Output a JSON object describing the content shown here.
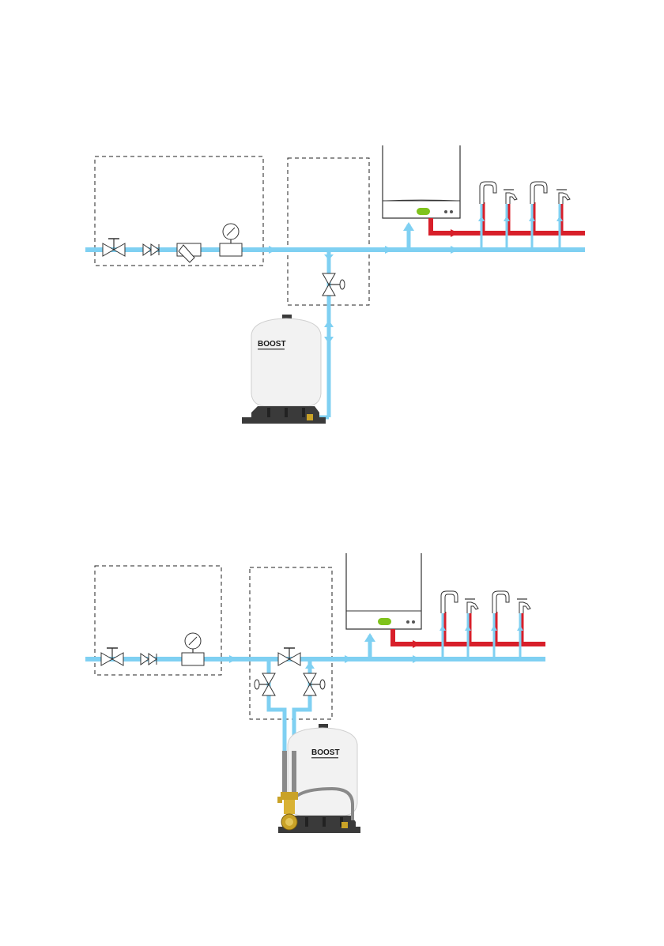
{
  "colors": {
    "cold_pipe": "#7fd0f2",
    "hot_pipe": "#d81f2a",
    "vessel_body": "#f2f2f2",
    "vessel_base": "#3a3a3a",
    "boiler_light": "#7fc31c",
    "brass": "#c9a227"
  },
  "diagram_top": {
    "vessel_brand": "BOOST",
    "components": [
      "stop-valve",
      "double-check-valve",
      "strainer",
      "pressure-reducing-valve",
      "isolating-valve",
      "expansion-vessel",
      "combi-boiler",
      "outlets"
    ]
  },
  "diagram_bottom": {
    "vessel_brand": "BOOST",
    "components": [
      "stop-valve",
      "double-check-valve",
      "pressure-reducing-valve",
      "isolating-valves",
      "bypass-valve",
      "expansion-vessel",
      "flexible-hoses",
      "brass-manifold",
      "combi-boiler",
      "outlets"
    ]
  }
}
